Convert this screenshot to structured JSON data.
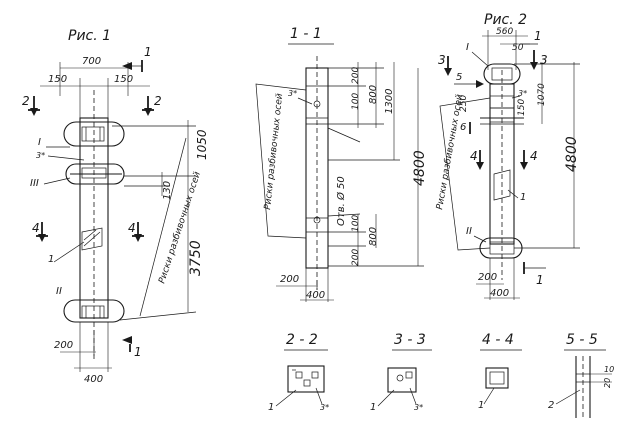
{
  "fig1": {
    "title": "Рис. 1",
    "dim_top": "700",
    "dim_left": "150",
    "dim_right": "150",
    "dim_1050": "1050",
    "dim_130": "130",
    "dim_3750": "3750",
    "dim_bottom_200": "200",
    "dim_bottom_400": "400",
    "label_I": "I",
    "label_3": "3*",
    "label_III": "III",
    "label_II": "II",
    "label_1": "1",
    "rebar_text": "Риски разбивочных осей",
    "sec_1": "1",
    "sec_2": "2",
    "sec_4": "4"
  },
  "sec11": {
    "title": "1 - 1",
    "dim_200": "200",
    "dim_100": "100",
    "dim_800": "800",
    "dim_1300": "1300",
    "dim_4800": "4800",
    "dim_bot_100": "100",
    "dim_bot_800": "800",
    "dim_bot_200": "200",
    "dim_width_200": "200",
    "dim_width_400": "400",
    "hole_text": "Отв. Ø 50",
    "label_3": "3*",
    "rebar_text": "Риски разбивочных осей"
  },
  "fig2": {
    "title": "Рис. 2",
    "dim_560": "560",
    "dim_50": "50",
    "dim_1070": "1070",
    "dim_250": "250",
    "dim_150": "150",
    "dim_4800": "4800",
    "dim_200": "200",
    "dim_400": "400",
    "label_I": "I",
    "label_II": "II",
    "label_3": "3*",
    "label_1": "1",
    "rebar_text": "Риски разбивочных осей",
    "sec_1": "1",
    "sec_3": "3",
    "sec_4": "4",
    "sec_5": "5",
    "sec_6": "6"
  },
  "sections": {
    "s22": {
      "title": "2 - 2",
      "label_1": "1",
      "label_3": "3*"
    },
    "s33": {
      "title": "3 - 3",
      "label_1": "1",
      "label_3": "3*"
    },
    "s44": {
      "title": "4 - 4",
      "label_1": "1"
    },
    "s55": {
      "title": "5 - 5",
      "label_2": "2",
      "dim_10": "10",
      "dim_20": "20"
    }
  }
}
